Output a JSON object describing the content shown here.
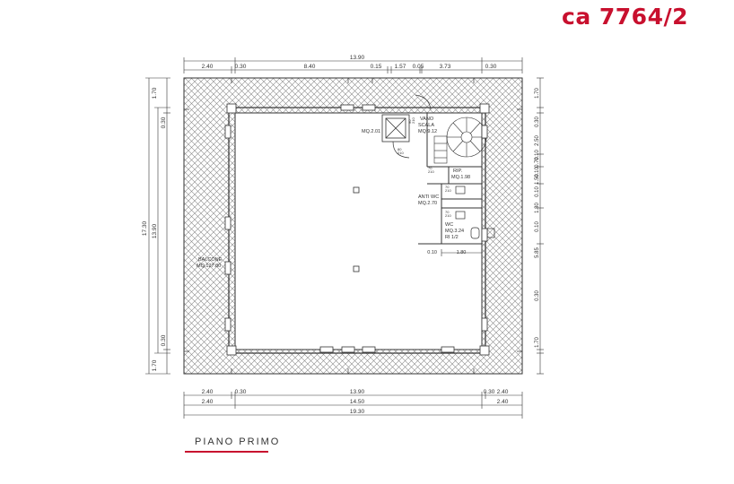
{
  "reference_code": "ca 7764/2",
  "plan_title": "PIANO PRIMO",
  "colors": {
    "reference": "#c8102e",
    "lines": "#333333",
    "hatch": "#8a8a8a"
  },
  "top_dimensions": [
    "2.40",
    "0.30",
    "8.40",
    "0.15",
    "1.57",
    "0.05",
    "3.73",
    "0.30"
  ],
  "top_total": "13.90",
  "bottom_dimensions": {
    "row1": [
      "2.40",
      "0.30",
      "13.90",
      "0.30",
      "2.40"
    ],
    "row2": [
      "2.40",
      "14.50",
      "2.40"
    ],
    "row3": [
      "19.30"
    ]
  },
  "left_dimensions": {
    "outer": "17.30",
    "middle": "13.90",
    "parts": [
      "1.70",
      "0.30",
      "0.30",
      "1.70"
    ]
  },
  "right_dimensions": [
    "1.70",
    "0.30",
    "2.50",
    "0.10",
    "0.70",
    "0.10",
    "1.50",
    "0.10",
    "1.80",
    "0.10",
    "5.85",
    "0.30",
    "1.70"
  ],
  "rooms": {
    "vano_scala": {
      "name_line1": "VANO",
      "name_line2": "SCALA",
      "area": "MQ.9.12"
    },
    "lift": {
      "area": "MQ.2.01"
    },
    "rip": {
      "name": "RIP.",
      "area": "MQ.1.98"
    },
    "anti_wc": {
      "name": "ANTI WC",
      "area": "MQ.2.70"
    },
    "wc": {
      "name": "WC",
      "area": "MQ.3.24",
      "ratio": "RI 1/2"
    },
    "balcone": {
      "name": "BALCONE",
      "area": "MQ.127.80"
    }
  },
  "service_dimensions": [
    "0.10",
    "1.80"
  ],
  "small_labels": [
    "90",
    "210",
    "80",
    "210",
    "70",
    "210",
    "70",
    "210",
    "70",
    "210"
  ]
}
